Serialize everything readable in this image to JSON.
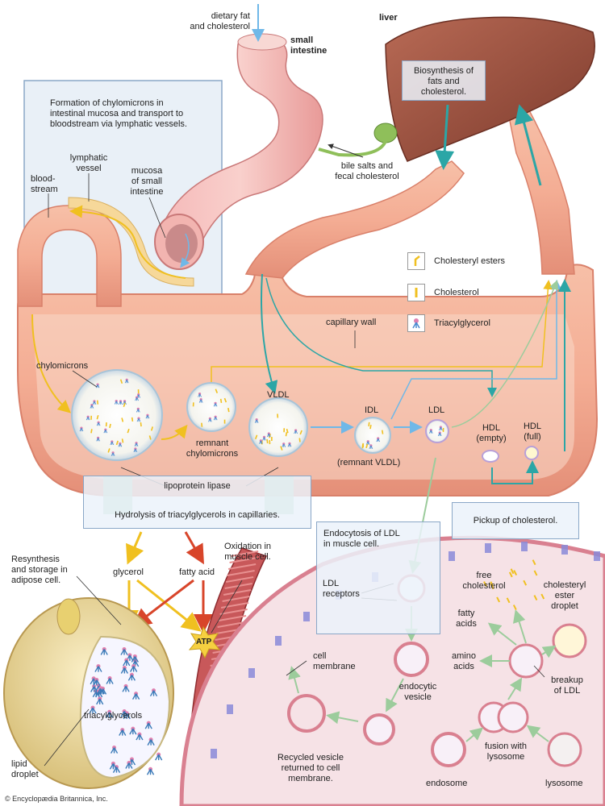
{
  "labels": {
    "dietary": "dietary fat\nand cholesterol",
    "small_intestine": "small\nintestine",
    "liver": "liver",
    "biosynthesis": "Biosynthesis of\nfats and\ncholesterol.",
    "chylo_formation": "Formation of chylomicrons in\nintestinal mucosa and transport to\nbloodstream via lymphatic vessels.",
    "lymphatic_vessel": "lymphatic\nvessel",
    "mucosa": "mucosa\nof small\nintestine",
    "bloodstream": "blood-\nstream",
    "bile": "bile salts and\nfecal cholesterol",
    "capillary_wall": "capillary wall",
    "chylomicrons": "chylomicrons",
    "remnant_chylo": "remnant\nchylomicrons",
    "vldl": "VLDL",
    "idl": "IDL",
    "remnant_vldl": "(remnant VLDL)",
    "ldl": "LDL",
    "hdl_empty": "HDL\n(empty)",
    "hdl_full": "HDL\n(full)",
    "lipoprotein_lipase": "lipoprotein lipase",
    "hydrolysis": "Hydrolysis of triacylglycerols in capillaries.",
    "pickup": "Pickup of cholesterol.",
    "resynthesis": "Resynthesis\nand storage in\nadipose cell.",
    "glycerol": "glycerol",
    "fatty_acid": "fatty acid",
    "oxidation": "Oxidation in\nmuscle cell.",
    "atp": "ATP",
    "triacylglycerols": "triacylglycerols",
    "lipid_droplet": "lipid\ndroplet",
    "endocytosis": "Endocytosis of LDL\nin muscle cell.",
    "ldl_receptors": "LDL\nreceptors",
    "cell_membrane": "cell\nmembrane",
    "endocytic_vesicle": "endocytic\nvesicle",
    "free_cholesterol": "free\ncholesterol",
    "cholesteryl_ester_droplet": "cholesteryl\nester\ndroplet",
    "fatty_acids": "fatty\nacids",
    "amino_acids": "amino\nacids",
    "breakup_ldl": "breakup\nof LDL",
    "recycled": "Recycled vesicle\nreturned to cell\nmembrane.",
    "endosome": "endosome",
    "fusion": "fusion with\nlysosome",
    "lysosome": "lysosome",
    "credit": "© Encyclopædia Britannica, Inc."
  },
  "legend": {
    "cholesteryl_esters": "Cholesteryl esters",
    "cholesterol": "Cholesterol",
    "triacylglycerol": "Triacylglycerol"
  },
  "colors": {
    "vessel": "#f0a890",
    "vessel_dark": "#d9806a",
    "liver": "#9a4e3c",
    "panel": "#e8f0f8",
    "panel_border": "#8aa7c7",
    "teal": "#2ba6a6",
    "yellow": "#f0c020",
    "red_arrow": "#d8452a",
    "cell": "#f5dde0",
    "membrane": "#d98090"
  }
}
